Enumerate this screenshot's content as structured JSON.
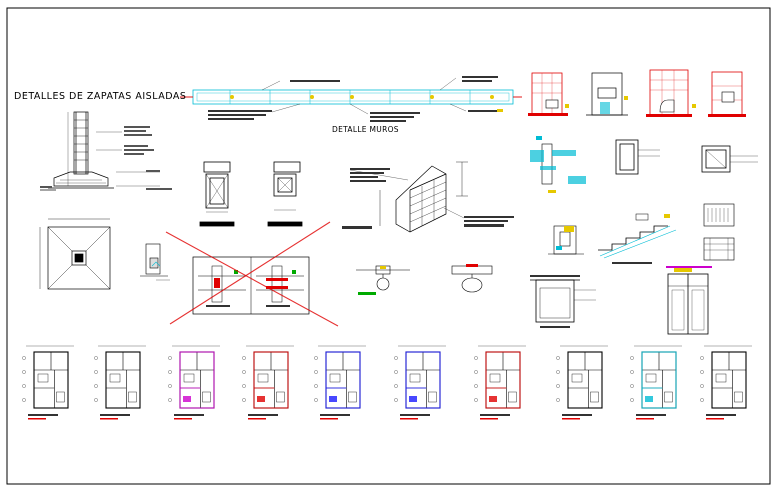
{
  "titles": {
    "zapatas": "DETALLES DE ZAPATAS AISLADAS",
    "muros": "DETALLE MUROS"
  },
  "colors": {
    "background": "#ffffff",
    "line": "#000000",
    "cyan": "#00bcd4",
    "red": "#e00000",
    "magenta": "#cc00cc",
    "blue": "#1a1aff",
    "yellow": "#e6c800",
    "green": "#00aa00"
  },
  "floor_plans": [
    {
      "id": "plan-1",
      "accent": "#000000"
    },
    {
      "id": "plan-2",
      "accent": "#000000"
    },
    {
      "id": "plan-3",
      "accent": "#cc00cc"
    },
    {
      "id": "plan-4",
      "accent": "#e00000"
    },
    {
      "id": "plan-5",
      "accent": "#1a1aff"
    },
    {
      "id": "plan-6",
      "accent": "#1a1aff"
    },
    {
      "id": "plan-7",
      "accent": "#e00000"
    },
    {
      "id": "plan-8",
      "accent": "#000000"
    },
    {
      "id": "plan-9",
      "accent": "#00bcd4"
    },
    {
      "id": "plan-10",
      "accent": "#000000"
    }
  ]
}
